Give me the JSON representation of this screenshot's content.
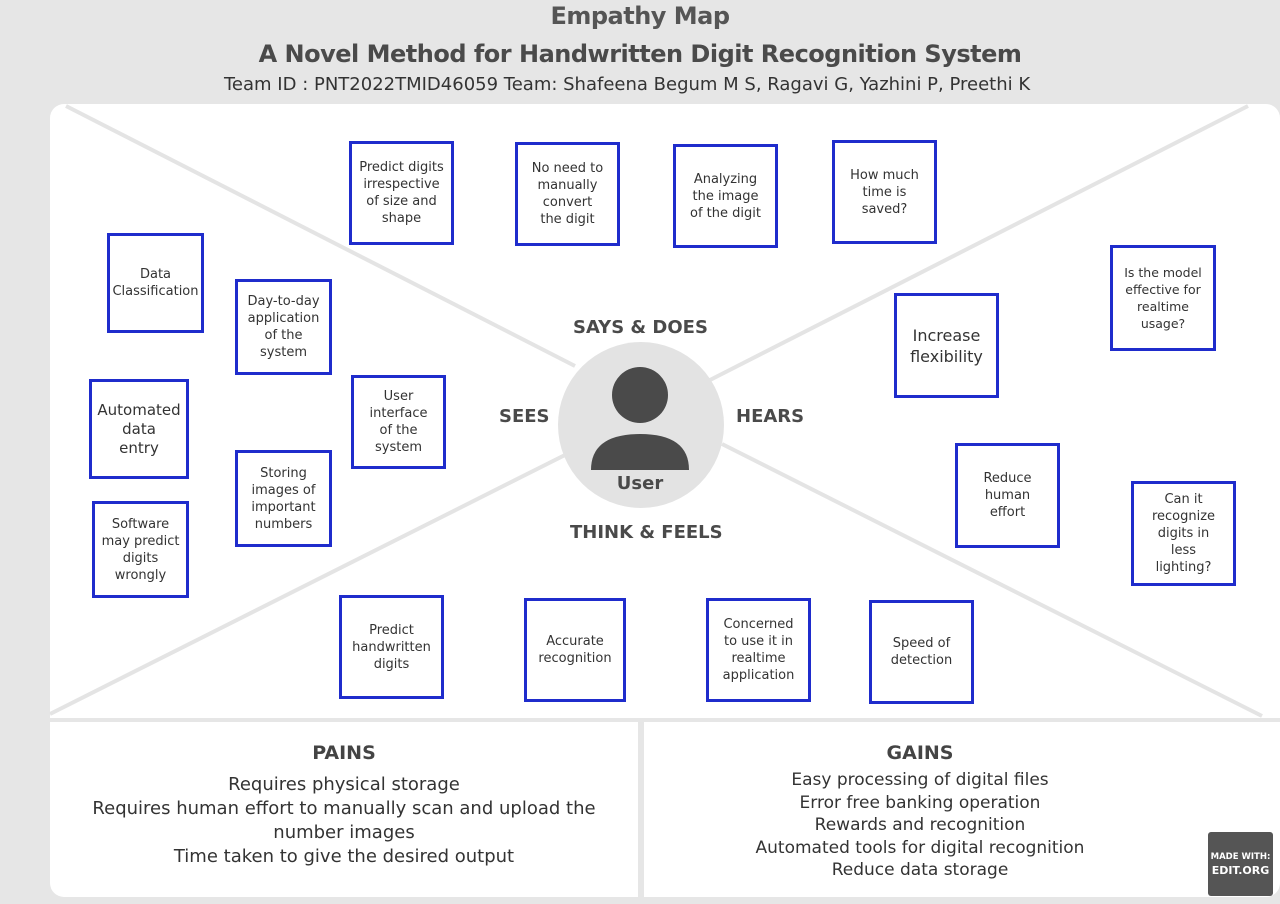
{
  "header": {
    "title": "Empathy Map",
    "subtitle": "A Novel Method for Handwritten Digit Recognition System",
    "team": "Team ID : PNT2022TMID46059 Team: Shafeena Begum M S, Ragavi G, Yazhini P, Preethi K"
  },
  "quadrants": {
    "says_does": "SAYS & DOES",
    "sees": "SEES",
    "hears": "HEARS",
    "think_feels": "THINK & FEELS"
  },
  "center": {
    "label": "User",
    "icon": "user-icon"
  },
  "notes": {
    "says_does": [
      [
        "Predict digits",
        "irrespective",
        "of size and",
        "shape"
      ],
      [
        "No need to",
        "manually",
        "convert",
        "the digit"
      ],
      [
        "Analyzing",
        "the image",
        "of the digit"
      ],
      [
        "How much",
        "time is",
        "saved?"
      ]
    ],
    "sees": [
      [
        "Data",
        "Classification"
      ],
      [
        "Day-to-day",
        "application",
        "of the",
        "system"
      ],
      [
        "Automated",
        "data",
        "entry"
      ],
      [
        "User",
        "interface",
        "of the",
        "system"
      ],
      [
        "Storing",
        "images of",
        "important",
        "numbers"
      ],
      [
        "Software",
        "may predict",
        "digits",
        "wrongly"
      ]
    ],
    "hears": [
      [
        "Is the model",
        "effective for",
        "realtime",
        "usage?"
      ],
      [
        "Increase",
        "flexibility"
      ],
      [
        "Reduce",
        "human",
        "effort"
      ],
      [
        "Can it",
        "recognize",
        "digits in",
        "less",
        "lighting?"
      ]
    ],
    "think_feels": [
      [
        "Predict",
        "handwritten",
        "digits"
      ],
      [
        "Accurate",
        "recognition"
      ],
      [
        "Concerned",
        "to use it in",
        "realtime",
        "application"
      ],
      [
        "Speed of",
        "detection"
      ]
    ]
  },
  "pains": {
    "title": "PAINS",
    "items": [
      "Requires physical storage",
      "Requires human effort to manually scan  and  upload the",
      "number images",
      "Time taken to give the desired output"
    ]
  },
  "gains": {
    "title": "GAINS",
    "items": [
      "Easy processing of digital files",
      "Error free banking operation",
      "Rewards and recognition",
      "Automated tools for digital recognition",
      "Reduce data storage"
    ]
  },
  "badge": {
    "line1": "MADE WITH:",
    "line2": "EDIT.ORG"
  },
  "colors": {
    "note_border": "#1f2ccc",
    "background": "#e6e6e6",
    "panel": "#ffffff"
  }
}
